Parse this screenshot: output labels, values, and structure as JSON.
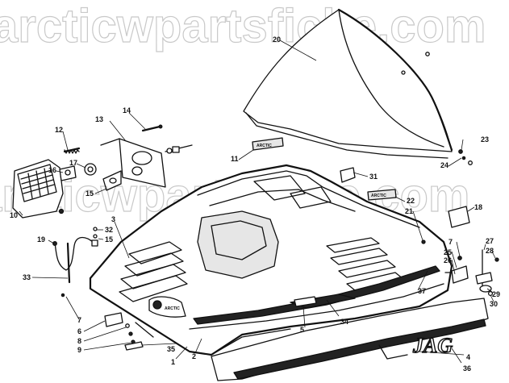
{
  "watermark": "arcticwpartsfiche.com",
  "brand_decal": "JAG",
  "hood_badge": "ARCTIC",
  "callouts": [
    {
      "id": "c1",
      "label": "1"
    },
    {
      "id": "c2",
      "label": "2"
    },
    {
      "id": "c3",
      "label": "3"
    },
    {
      "id": "c4",
      "label": "4"
    },
    {
      "id": "c5",
      "label": "5"
    },
    {
      "id": "c6",
      "label": "6"
    },
    {
      "id": "c7a",
      "label": "7"
    },
    {
      "id": "c7b",
      "label": "7"
    },
    {
      "id": "c8",
      "label": "8"
    },
    {
      "id": "c9",
      "label": "9"
    },
    {
      "id": "c10",
      "label": "10"
    },
    {
      "id": "c11",
      "label": "11"
    },
    {
      "id": "c12",
      "label": "12"
    },
    {
      "id": "c13",
      "label": "13"
    },
    {
      "id": "c14",
      "label": "14"
    },
    {
      "id": "c15a",
      "label": "15"
    },
    {
      "id": "c15b",
      "label": "15"
    },
    {
      "id": "c16",
      "label": "16"
    },
    {
      "id": "c17",
      "label": "17"
    },
    {
      "id": "c18",
      "label": "18"
    },
    {
      "id": "c19",
      "label": "19"
    },
    {
      "id": "c20",
      "label": "20"
    },
    {
      "id": "c21",
      "label": "21"
    },
    {
      "id": "c22",
      "label": "22"
    },
    {
      "id": "c23",
      "label": "23"
    },
    {
      "id": "c24",
      "label": "24"
    },
    {
      "id": "c25",
      "label": "25"
    },
    {
      "id": "c26",
      "label": "26"
    },
    {
      "id": "c27",
      "label": "27"
    },
    {
      "id": "c28",
      "label": "28"
    },
    {
      "id": "c29",
      "label": "29"
    },
    {
      "id": "c30",
      "label": "30"
    },
    {
      "id": "c31",
      "label": "31"
    },
    {
      "id": "c32",
      "label": "32"
    },
    {
      "id": "c33",
      "label": "33"
    },
    {
      "id": "c34",
      "label": "34"
    },
    {
      "id": "c35",
      "label": "35"
    },
    {
      "id": "c36",
      "label": "36"
    },
    {
      "id": "c37",
      "label": "37"
    }
  ]
}
